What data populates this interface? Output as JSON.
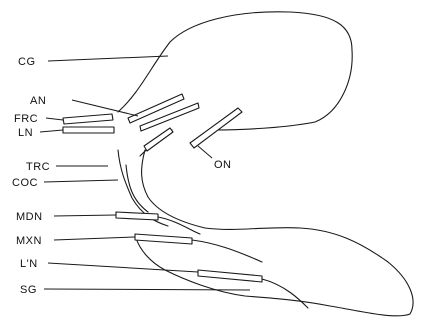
{
  "labels": {
    "cg": "CG",
    "an": "AN",
    "frc": "FRC",
    "ln": "LN",
    "trc": "TRC",
    "coc": "COC",
    "on": "ON",
    "mdn": "MDN",
    "mxn": "MXN",
    "l_prime_n": "L'N",
    "sg": "SG"
  }
}
